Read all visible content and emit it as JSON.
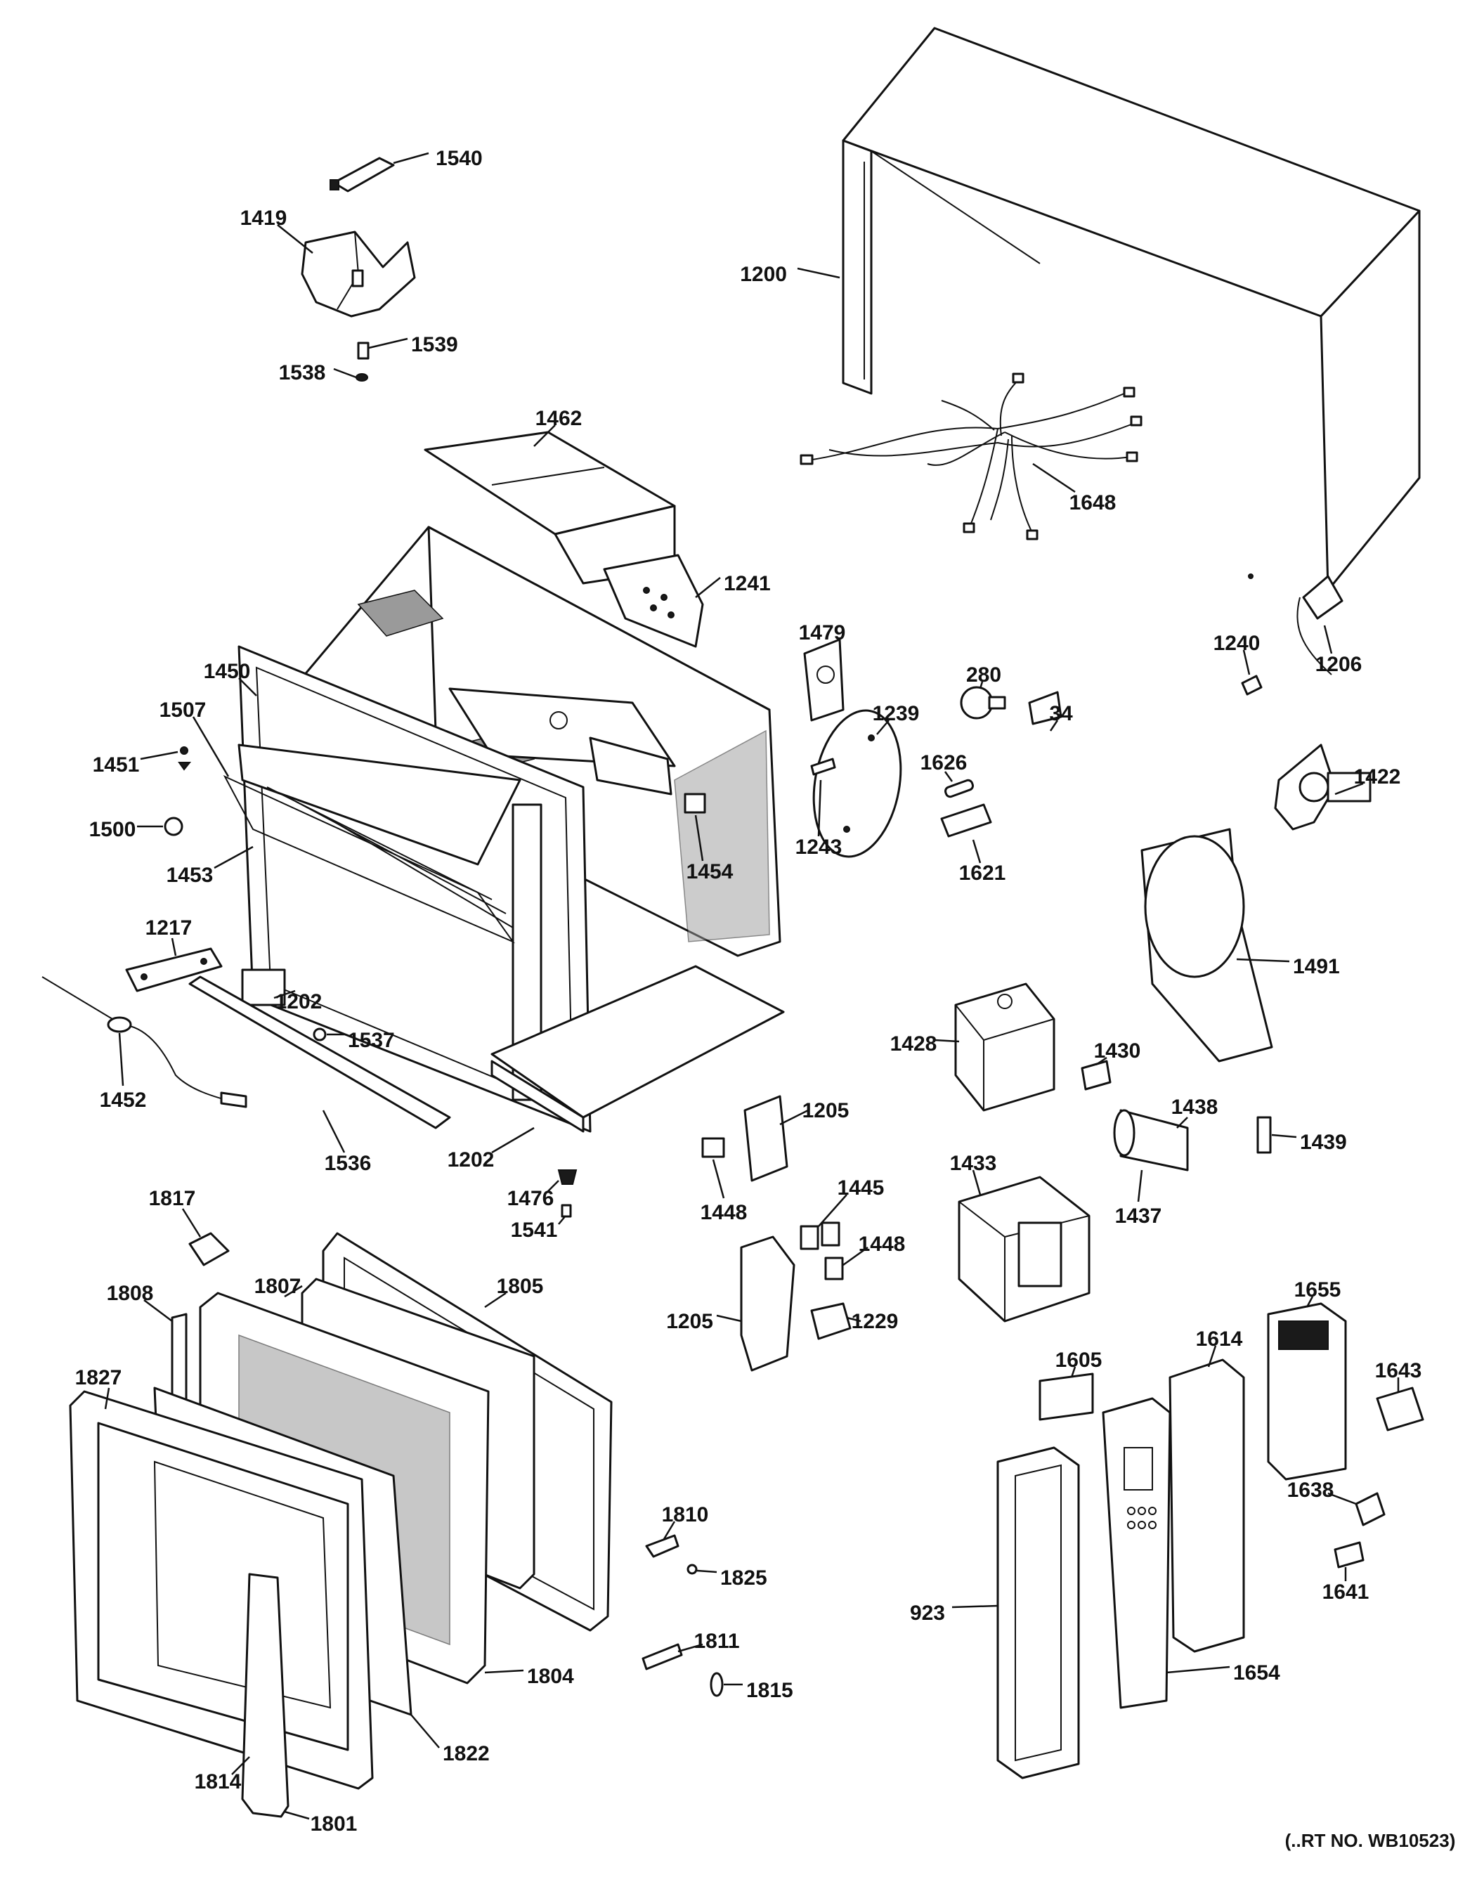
{
  "labels": [
    {
      "id": "1540",
      "text": "1540"
    },
    {
      "id": "1419",
      "text": "1419"
    },
    {
      "id": "1539",
      "text": "1539"
    },
    {
      "id": "1538",
      "text": "1538"
    },
    {
      "id": "1200",
      "text": "1200"
    },
    {
      "id": "1462",
      "text": "1462"
    },
    {
      "id": "1648",
      "text": "1648"
    },
    {
      "id": "1241",
      "text": "1241"
    },
    {
      "id": "1479",
      "text": "1479"
    },
    {
      "id": "1240",
      "text": "1240"
    },
    {
      "id": "1206",
      "text": "1206"
    },
    {
      "id": "280",
      "text": "280"
    },
    {
      "id": "34",
      "text": "34"
    },
    {
      "id": "1239",
      "text": "1239"
    },
    {
      "id": "1450",
      "text": "1450"
    },
    {
      "id": "1507",
      "text": "1507"
    },
    {
      "id": "1451",
      "text": "1451"
    },
    {
      "id": "1243",
      "text": "1243"
    },
    {
      "id": "1626",
      "text": "1626"
    },
    {
      "id": "1422",
      "text": "1422"
    },
    {
      "id": "1500",
      "text": "1500"
    },
    {
      "id": "1453",
      "text": "1453"
    },
    {
      "id": "1454",
      "text": "1454"
    },
    {
      "id": "1621",
      "text": "1621"
    },
    {
      "id": "1217",
      "text": "1217"
    },
    {
      "id": "1491",
      "text": "1491"
    },
    {
      "id": "1202a",
      "text": "1202"
    },
    {
      "id": "1537",
      "text": "1537"
    },
    {
      "id": "1428",
      "text": "1428"
    },
    {
      "id": "1430",
      "text": "1430"
    },
    {
      "id": "1452",
      "text": "1452"
    },
    {
      "id": "1205a",
      "text": "1205"
    },
    {
      "id": "1438",
      "text": "1438"
    },
    {
      "id": "1536",
      "text": "1536"
    },
    {
      "id": "1202b",
      "text": "1202"
    },
    {
      "id": "1439",
      "text": "1439"
    },
    {
      "id": "1433",
      "text": "1433"
    },
    {
      "id": "1445",
      "text": "1445"
    },
    {
      "id": "1448a",
      "text": "1448"
    },
    {
      "id": "1476",
      "text": "1476"
    },
    {
      "id": "1437",
      "text": "1437"
    },
    {
      "id": "1541",
      "text": "1541"
    },
    {
      "id": "1448b",
      "text": "1448"
    },
    {
      "id": "1817",
      "text": "1817"
    },
    {
      "id": "1205b",
      "text": "1205"
    },
    {
      "id": "1229",
      "text": "1229"
    },
    {
      "id": "1655",
      "text": "1655"
    },
    {
      "id": "1808",
      "text": "1808"
    },
    {
      "id": "1807",
      "text": "1807"
    },
    {
      "id": "1805",
      "text": "1805"
    },
    {
      "id": "1614",
      "text": "1614"
    },
    {
      "id": "1605",
      "text": "1605"
    },
    {
      "id": "1643",
      "text": "1643"
    },
    {
      "id": "1827",
      "text": "1827"
    },
    {
      "id": "1810",
      "text": "1810"
    },
    {
      "id": "1638",
      "text": "1638"
    },
    {
      "id": "1825",
      "text": "1825"
    },
    {
      "id": "923",
      "text": "923"
    },
    {
      "id": "1641",
      "text": "1641"
    },
    {
      "id": "1811",
      "text": "1811"
    },
    {
      "id": "1654",
      "text": "1654"
    },
    {
      "id": "1804",
      "text": "1804"
    },
    {
      "id": "1815",
      "text": "1815"
    },
    {
      "id": "1822",
      "text": "1822"
    },
    {
      "id": "1814",
      "text": "1814"
    },
    {
      "id": "1801",
      "text": "1801"
    }
  ],
  "footer": {
    "part_number": "(..RT NO. WB10523)"
  }
}
